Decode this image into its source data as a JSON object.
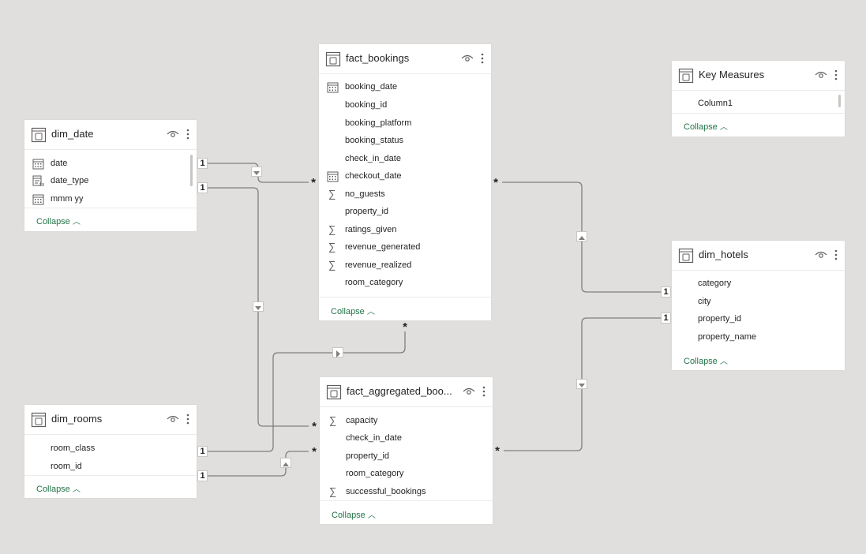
{
  "tables": {
    "fact_bookings": {
      "title": "fact_bookings",
      "fields": [
        {
          "name": "booking_date",
          "icon": "calendar-icon"
        },
        {
          "name": "booking_id",
          "icon": ""
        },
        {
          "name": "booking_platform",
          "icon": ""
        },
        {
          "name": "booking_status",
          "icon": ""
        },
        {
          "name": "check_in_date",
          "icon": ""
        },
        {
          "name": "checkout_date",
          "icon": "calendar-icon"
        },
        {
          "name": "no_guests",
          "icon": "sigma-icon"
        },
        {
          "name": "property_id",
          "icon": ""
        },
        {
          "name": "ratings_given",
          "icon": "sigma-icon"
        },
        {
          "name": "revenue_generated",
          "icon": "sigma-icon"
        },
        {
          "name": "revenue_realized",
          "icon": "sigma-icon"
        },
        {
          "name": "room_category",
          "icon": ""
        }
      ],
      "collapse_label": "Collapse"
    },
    "key_measures": {
      "title": "Key Measures",
      "fields": [
        {
          "name": "Column1",
          "icon": ""
        }
      ],
      "collapse_label": "Collapse"
    },
    "dim_date": {
      "title": "dim_date",
      "fields": [
        {
          "name": "date",
          "icon": "calendar-icon"
        },
        {
          "name": "date_type",
          "icon": "calculated-column-icon"
        },
        {
          "name": "mmm yy",
          "icon": "calendar-icon"
        }
      ],
      "collapse_label": "Collapse"
    },
    "dim_hotels": {
      "title": "dim_hotels",
      "fields": [
        {
          "name": "category",
          "icon": ""
        },
        {
          "name": "city",
          "icon": ""
        },
        {
          "name": "property_id",
          "icon": ""
        },
        {
          "name": "property_name",
          "icon": ""
        }
      ],
      "collapse_label": "Collapse"
    },
    "dim_rooms": {
      "title": "dim_rooms",
      "fields": [
        {
          "name": "room_class",
          "icon": ""
        },
        {
          "name": "room_id",
          "icon": ""
        }
      ],
      "collapse_label": "Collapse"
    },
    "fact_aggregated_bookings": {
      "title": "fact_aggregated_boo...",
      "fields": [
        {
          "name": "capacity",
          "icon": "sigma-icon"
        },
        {
          "name": "check_in_date",
          "icon": ""
        },
        {
          "name": "property_id",
          "icon": ""
        },
        {
          "name": "room_category",
          "icon": ""
        },
        {
          "name": "successful_bookings",
          "icon": "sigma-icon"
        }
      ],
      "collapse_label": "Collapse"
    }
  },
  "relationships": {
    "one_label": "1",
    "many_label": "*"
  },
  "colors": {
    "canvas": "#e1dfdd",
    "card": "#ffffff",
    "line": "#7a7a7a",
    "collapse_text": "#217346"
  }
}
